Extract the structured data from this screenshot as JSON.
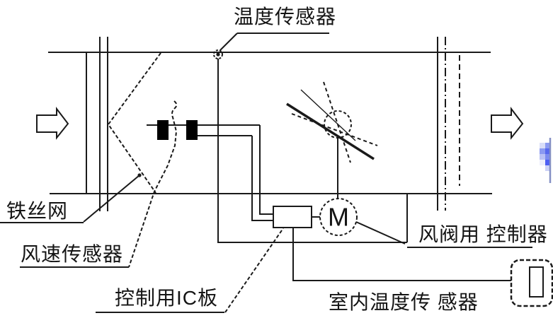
{
  "diagram": {
    "type": "hvac-duct-control-schematic",
    "labels": {
      "temperature_sensor": "温度传感器",
      "wire_mesh": "铁丝网",
      "wind_speed_sensor": "风速传感器",
      "control_ic_board": "控制用IC板",
      "damper_controller": "风阀用 控制器",
      "indoor_temperature_sensor": "室内温度传 感器",
      "motor_symbol": "M"
    },
    "colors": {
      "line": "#1a1a1a",
      "background": "#ffffff",
      "artifact_blue_strong": "#4d5ff3",
      "artifact_blue_medium": "#8b9af1",
      "artifact_blue_light": "#d9def8"
    }
  }
}
